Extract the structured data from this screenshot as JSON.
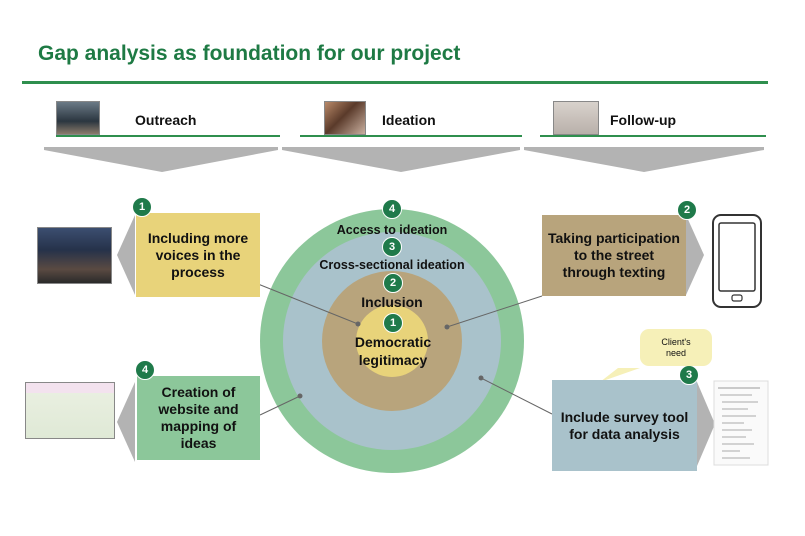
{
  "title": "Gap analysis as foundation for our project",
  "phases": [
    {
      "label": "Outreach"
    },
    {
      "label": "Ideation"
    },
    {
      "label": "Follow-up"
    }
  ],
  "rings": [
    {
      "number": "4",
      "label": "Access to ideation",
      "color": "#8cc79a"
    },
    {
      "number": "3",
      "label": "Cross-sectional ideation",
      "color": "#a9c2cb"
    },
    {
      "number": "2",
      "label": "Inclusion",
      "color": "#b8a47c"
    },
    {
      "number": "1",
      "label": "Democratic legitimacy",
      "color": "#e8d37a"
    }
  ],
  "boxes": {
    "voices": {
      "number": "1",
      "text": "Including more voices in the process",
      "color": "#e8d37a"
    },
    "texting": {
      "number": "2",
      "text": "Taking participation to the street through texting",
      "color": "#b8a47c"
    },
    "survey": {
      "number": "3",
      "text": "Include survey tool for data analysis",
      "color": "#a9c2cb"
    },
    "website": {
      "number": "4",
      "text": "Creation of website and mapping of ideas",
      "color": "#8cc79a"
    }
  },
  "callout": {
    "text": "Client's need",
    "color": "#f6f0b8"
  },
  "colors": {
    "accent": "#1e7a44",
    "badge": "#1f7a4a",
    "chevron": "#b3b3b3"
  },
  "icons": [
    "group-photo-icon",
    "map-website-icon",
    "smartphone-icon",
    "survey-document-icon"
  ]
}
